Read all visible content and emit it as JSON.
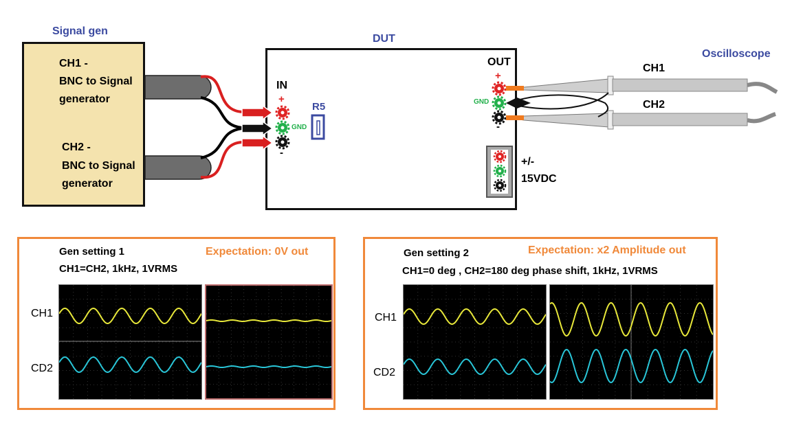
{
  "signal_gen": {
    "title": "Signal gen",
    "ch1_line1": "CH1 -",
    "ch1_line2": "BNC to Signal",
    "ch1_line3": "generator",
    "ch2_line1": "CH2 -",
    "ch2_line2": "BNC to Signal",
    "ch2_line3": "generator"
  },
  "dut": {
    "title": "DUT",
    "in_label": "IN",
    "in_plus": "+",
    "in_minus": "-",
    "gnd_in": "GND",
    "r5": "R5",
    "out_label": "OUT",
    "out_plus": "+",
    "out_minus": "-",
    "gnd_out": "GND",
    "supply_line1": "+/-",
    "supply_line2": "15VDC"
  },
  "oscilloscope": {
    "title": "Oscilloscope",
    "ch1": "CH1",
    "ch2": "CH2"
  },
  "setting1": {
    "title": "Gen setting 1",
    "detail": "CH1=CH2, 1kHz, 1VRMS",
    "expectation": "Expectation: 0V out",
    "row1": "CH1",
    "row2": "CD2"
  },
  "setting2": {
    "title": "Gen setting 2",
    "detail": "CH1=0 deg , CH2=180 deg phase shift, 1kHz, 1VRMS",
    "expectation": "Expectation: x2 Amplitude out",
    "row1": "CH1",
    "row2": "CD2"
  },
  "colors": {
    "red": "#e02424",
    "green": "#22b04b",
    "yellow": "#e8e83a",
    "cyan": "#29c6d8",
    "orange": "#f0893a",
    "blue": "#3b4aa0"
  }
}
